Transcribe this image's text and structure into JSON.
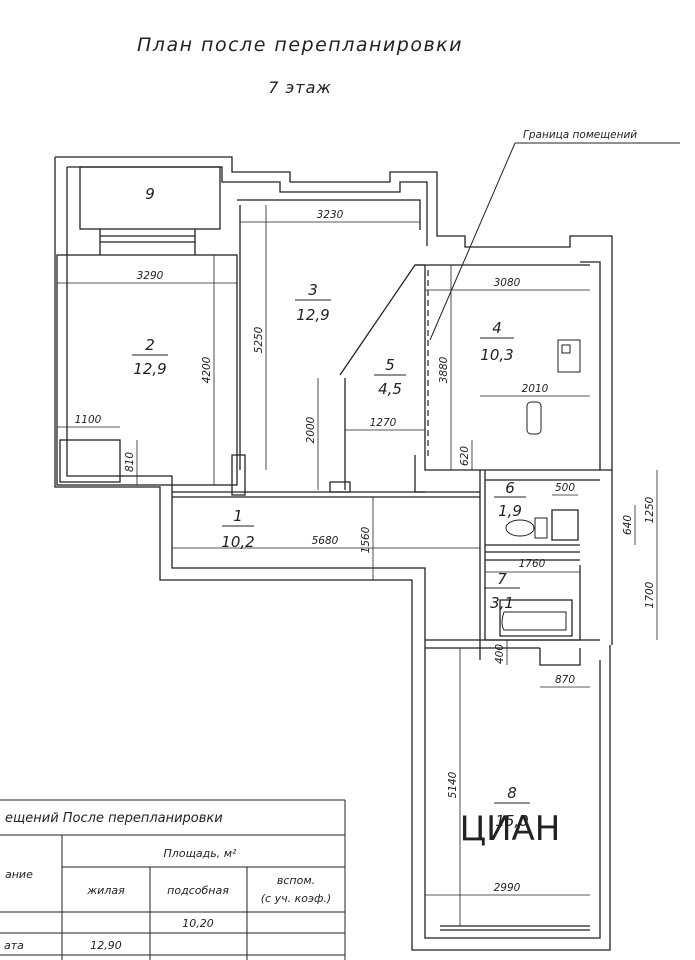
{
  "title": "План после перепланировки",
  "floor": "7 этаж",
  "boundary_label": "Граница помещений",
  "rooms": [
    {
      "num": "9",
      "area": ""
    },
    {
      "num": "2",
      "area": "12,9"
    },
    {
      "num": "3",
      "area": "12,9"
    },
    {
      "num": "5",
      "area": "4,5"
    },
    {
      "num": "4",
      "area": "10,3"
    },
    {
      "num": "1",
      "area": "10,2"
    },
    {
      "num": "6",
      "area": "1,9"
    },
    {
      "num": "7",
      "area": "3,1"
    },
    {
      "num": "8",
      "area": "15,0"
    }
  ],
  "dimensions": {
    "d3230": "3230",
    "d3290": "3290",
    "d4200": "4200",
    "d5250": "5250",
    "d3080": "3080",
    "d3880": "3880",
    "d2010": "2010",
    "d1100": "1100",
    "d810": "810",
    "d2000": "2000",
    "d1270": "1270",
    "d620": "620",
    "d500": "500",
    "d1250": "1250",
    "d640": "640",
    "d5680": "5680",
    "d1560": "1560",
    "d1760": "1760",
    "d1700": "1700",
    "d400": "400",
    "d870": "870",
    "d5140": "5140",
    "d2990": "2990"
  },
  "table": {
    "title": "ещений После перепланировки",
    "area_header": "Площадь, м²",
    "col_name_fragment": "ание",
    "col_living": "жилая",
    "col_aux": "подсобная",
    "col_aux2_line1": "вспом.",
    "col_aux2_line2": "(с уч. коэф.)",
    "row1_aux": "10,20",
    "row2_name": "ата",
    "row2_living": "12,90"
  },
  "watermark": "ЦИАН"
}
